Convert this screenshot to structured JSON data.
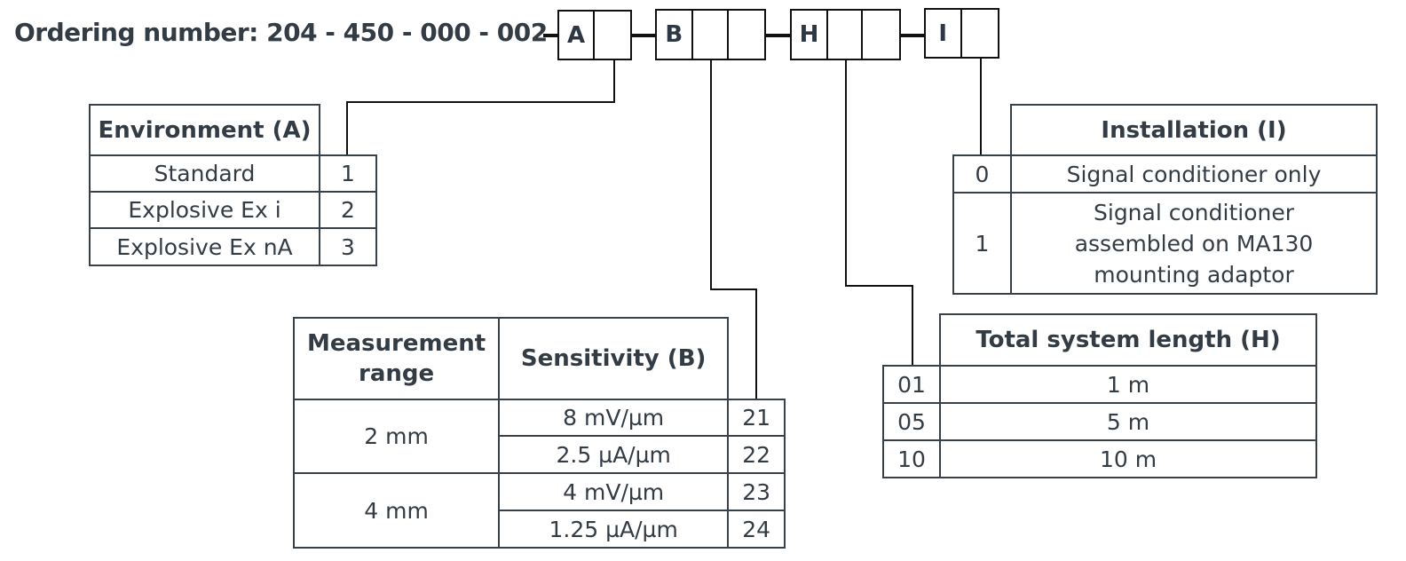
{
  "ordering": {
    "label": "Ordering number: 204 - 450 - 000 - 002",
    "groups": [
      {
        "letter": "A",
        "cells": 2
      },
      {
        "letter": "B",
        "cells": 3
      },
      {
        "letter": "H",
        "cells": 3
      },
      {
        "letter": "I",
        "cells": 2
      }
    ]
  },
  "environment": {
    "header": "Environment (A)",
    "rows": [
      {
        "label": "Standard",
        "code": "1"
      },
      {
        "label": "Explosive Ex i",
        "code": "2"
      },
      {
        "label": "Explosive Ex nA",
        "code": "3"
      }
    ]
  },
  "sensitivity": {
    "header_range": "Measurement range",
    "header_sens": "Sensitivity (B)",
    "groups": [
      {
        "range": "2 mm",
        "rows": [
          {
            "sens": "8 mV/µm",
            "code": "21"
          },
          {
            "sens": "2.5 µA/µm",
            "code": "22"
          }
        ]
      },
      {
        "range": "4 mm",
        "rows": [
          {
            "sens": "4 mV/µm",
            "code": "23"
          },
          {
            "sens": "1.25 µA/µm",
            "code": "24"
          }
        ]
      }
    ]
  },
  "length": {
    "header": "Total system length (H)",
    "rows": [
      {
        "code": "01",
        "label": "1 m"
      },
      {
        "code": "05",
        "label": "5 m"
      },
      {
        "code": "10",
        "label": "10 m"
      }
    ]
  },
  "installation": {
    "header": "Installation (I)",
    "rows": [
      {
        "code": "0",
        "label": "Signal conditioner only"
      },
      {
        "code": "1",
        "label": "Signal conditioner assembled on MA130 mounting adaptor"
      }
    ]
  }
}
